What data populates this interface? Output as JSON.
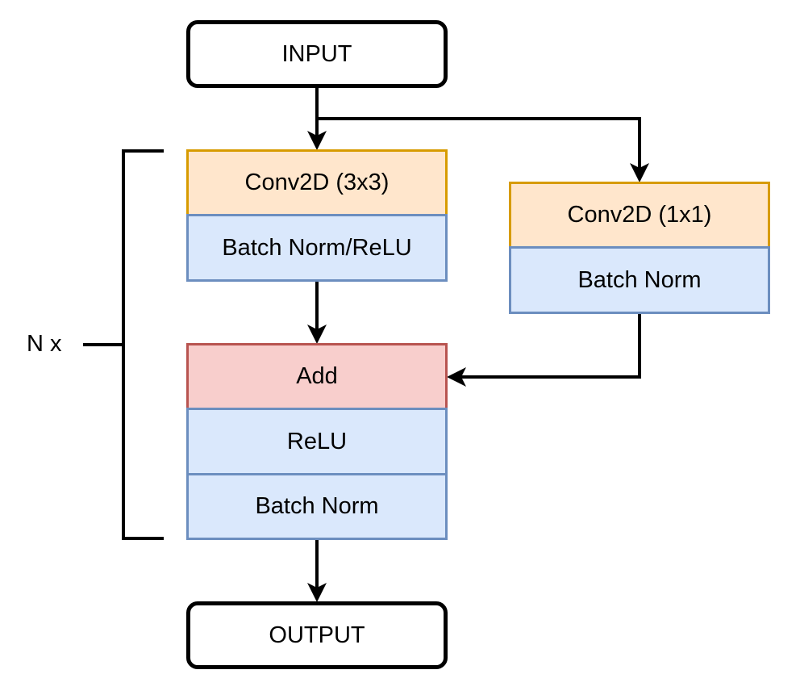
{
  "nodes": {
    "input": "INPUT",
    "conv3x3": "Conv2D (3x3)",
    "bn_relu": "Batch Norm/ReLU",
    "conv1x1": "Conv2D (1x1)",
    "bn_skip": "Batch Norm",
    "add": "Add",
    "relu": "ReLU",
    "bn_out": "Batch Norm",
    "output": "OUTPUT"
  },
  "repeat_label": "N x",
  "colors": {
    "conv_fill": "#ffe6cc",
    "conv_stroke": "#d79b00",
    "norm_fill": "#dae8fc",
    "norm_stroke": "#6c8ebf",
    "add_fill": "#f8cecc",
    "add_stroke": "#b85450",
    "line": "#000000"
  }
}
